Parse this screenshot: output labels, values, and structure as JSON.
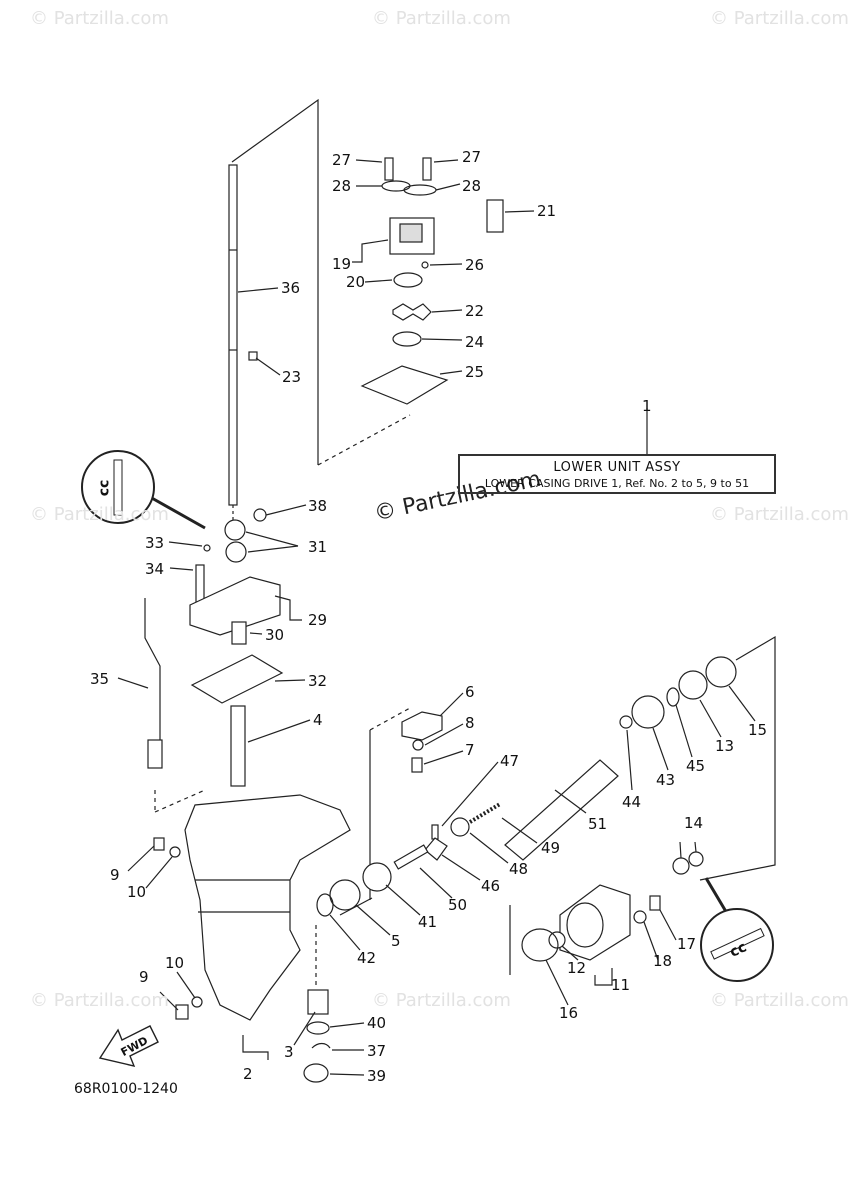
{
  "watermark": {
    "text": "© Partzilla.com",
    "center_text": "© Partzilla.com"
  },
  "assembly": {
    "ref": "1",
    "title": "LOWER UNIT ASSY",
    "subtitle": "LOWER CASING DRIVE 1, Ref. No. 2 to 5, 9 to 51"
  },
  "labels": {
    "p27a": "27",
    "p27b": "27",
    "p28a": "28",
    "p28b": "28",
    "p21": "21",
    "p19": "19",
    "p26": "26",
    "p20": "20",
    "p22": "22",
    "p24": "24",
    "p25": "25",
    "p36": "36",
    "p23": "23",
    "p38": "38",
    "p33": "33",
    "p31": "31",
    "p34": "34",
    "p29": "29",
    "p30": "30",
    "p35": "35",
    "p32": "32",
    "p4": "4",
    "p6": "6",
    "p8": "8",
    "p7": "7",
    "p47": "47",
    "p15": "15",
    "p13": "13",
    "p45": "45",
    "p43": "43",
    "p44": "44",
    "p51": "51",
    "p49": "49",
    "p48": "48",
    "p46": "46",
    "p50": "50",
    "p41": "41",
    "p5": "5",
    "p42": "42",
    "p14": "14",
    "p17": "17",
    "p18": "18",
    "p12": "12",
    "p11": "11",
    "p16": "16",
    "p9a": "9",
    "p10a": "10",
    "p10b": "10",
    "p9b": "9",
    "p40": "40",
    "p3": "3",
    "p37": "37",
    "p2": "2",
    "p39": "39"
  },
  "fwd_label": "FWD",
  "drawing_code": "68R0100-1240",
  "sealant_icon": "cc"
}
